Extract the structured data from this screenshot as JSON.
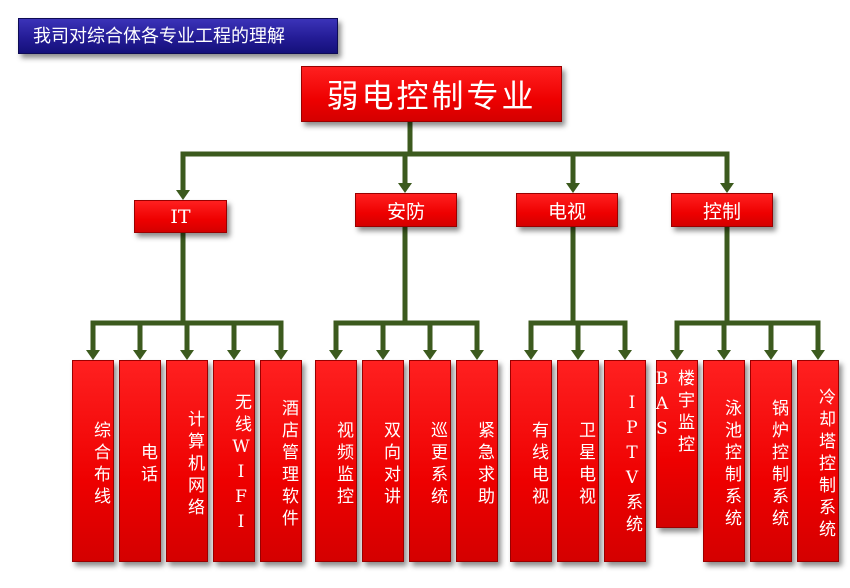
{
  "banner": {
    "text": "我司对综合体各专业工程的理解"
  },
  "root": {
    "label": "弱电控制专业"
  },
  "categories": [
    {
      "label": "IT",
      "children": [
        "综合布线",
        "电话",
        "计算机网络",
        "无线WIFI",
        "酒店管理软件"
      ]
    },
    {
      "label": "安防",
      "children": [
        "视频监控",
        "双向对讲",
        "巡更系统",
        "紧急求助"
      ]
    },
    {
      "label": "电视",
      "children": [
        "有线电视",
        "卫星电视",
        "IPTV系统"
      ]
    },
    {
      "label": "控制",
      "children": [
        "楼宇监控BAS",
        "泳池控制系统",
        "锅炉控制系统",
        "冷却塔控制系统"
      ]
    }
  ],
  "colors": {
    "box": "#ee0000",
    "connector": "#3c5a1e",
    "banner": "#241c96"
  }
}
